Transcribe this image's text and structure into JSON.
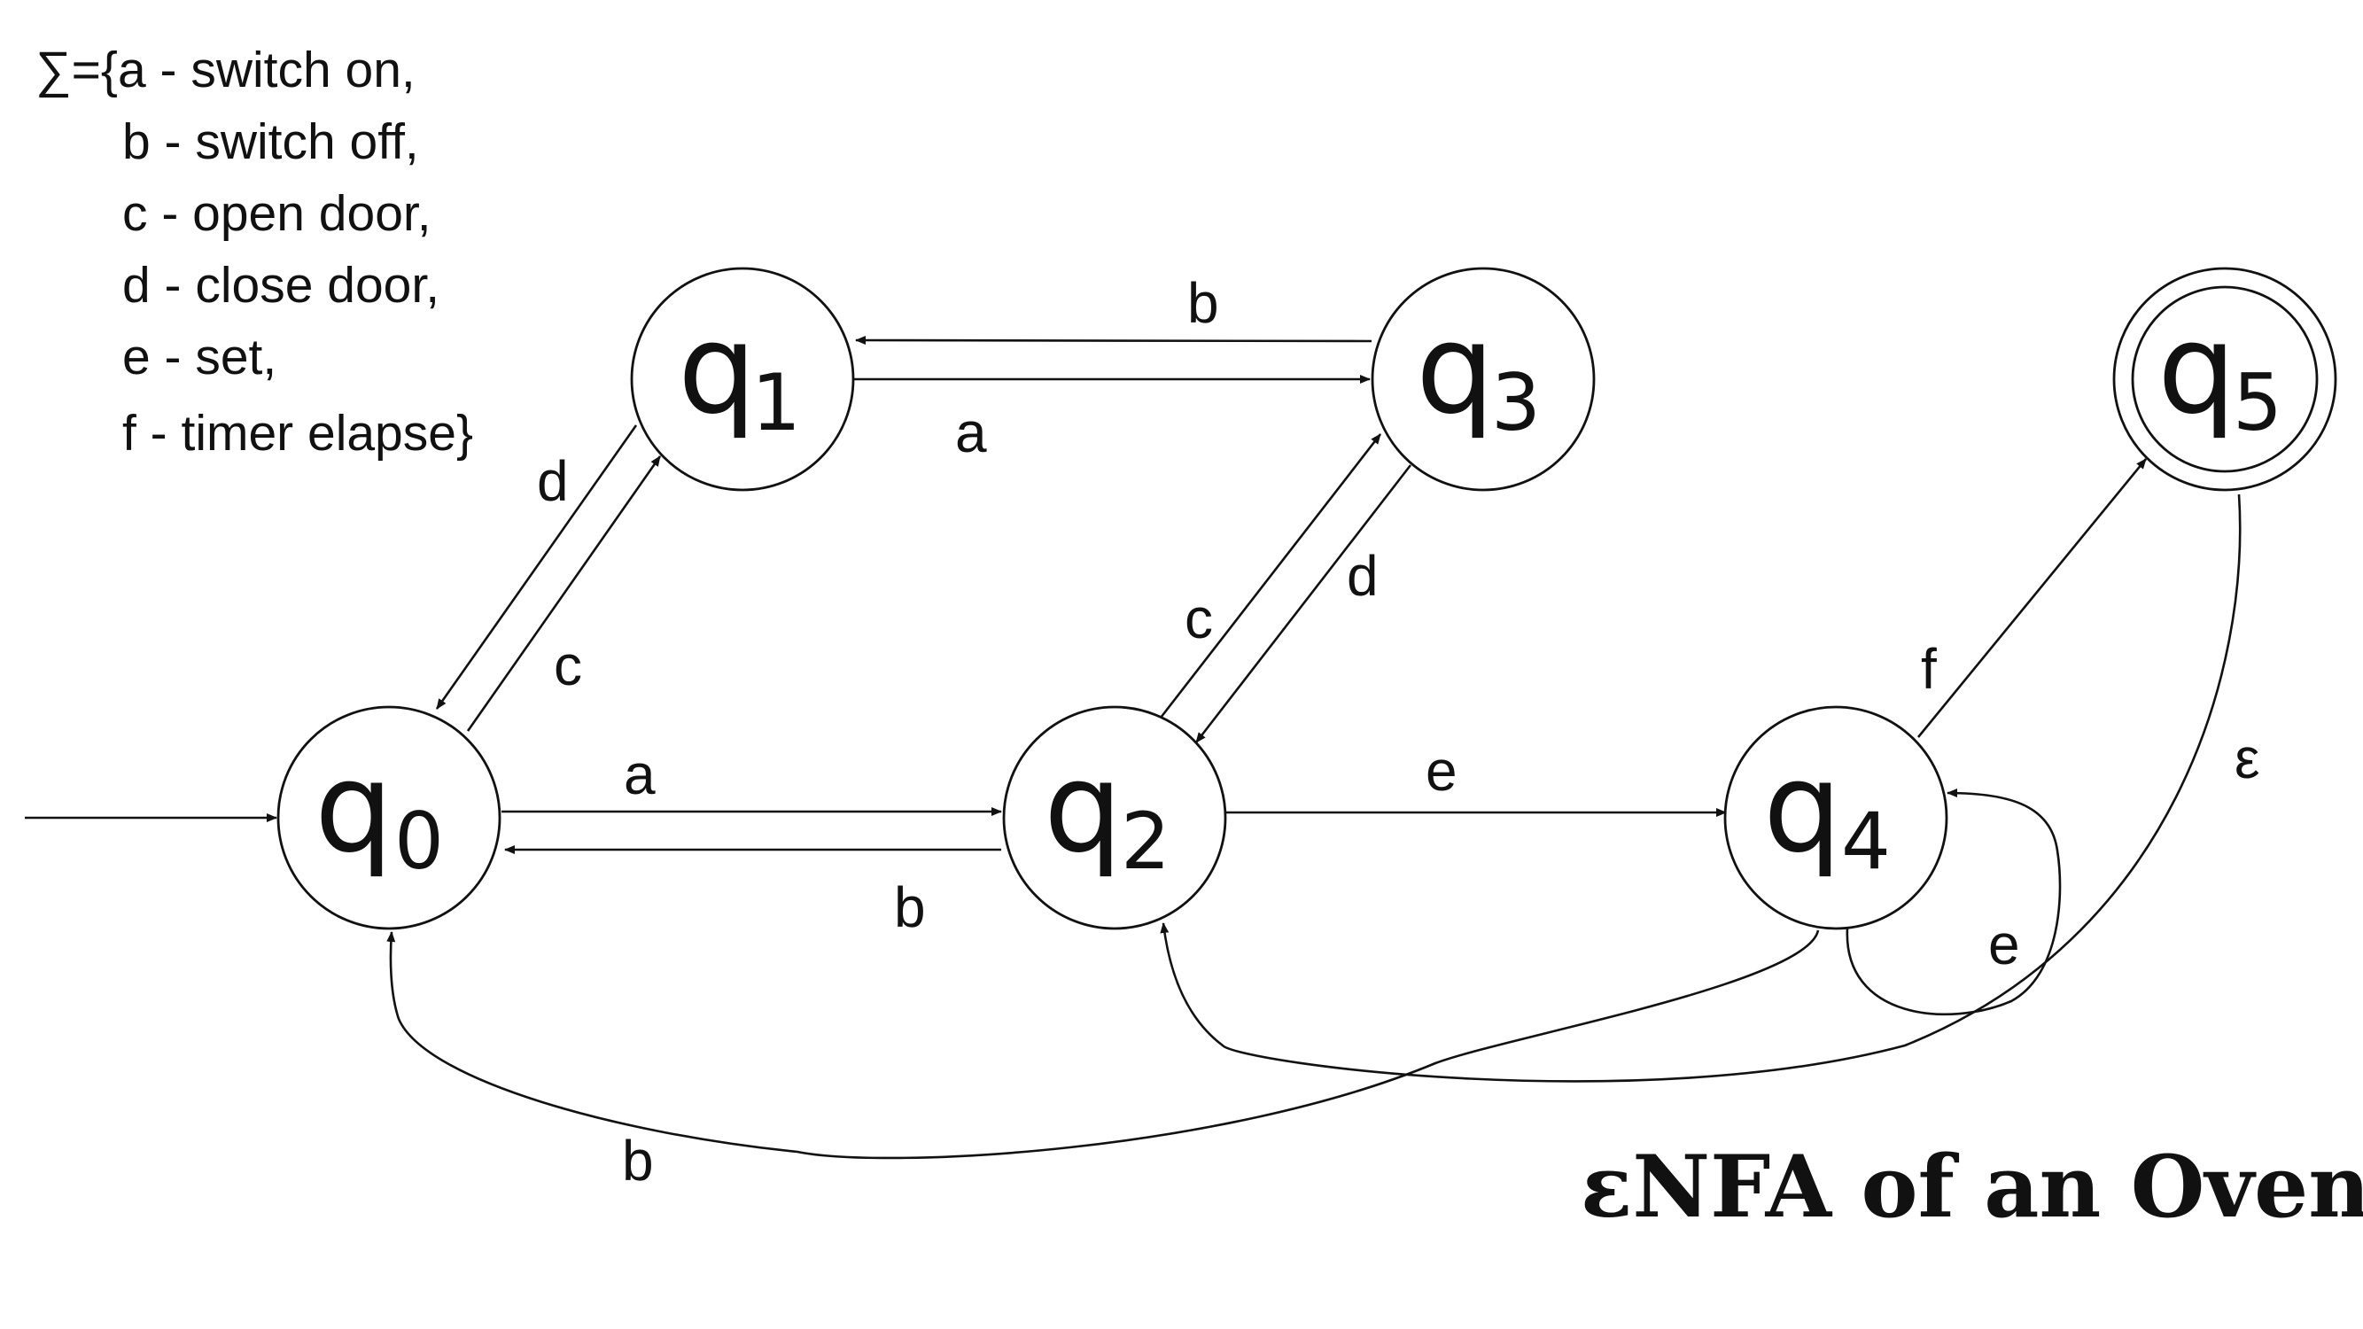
{
  "alphabet": [
    "∑={a - switch on,",
    "b - switch off,",
    "c  - open door,",
    "d - close door,",
    "e - set,",
    "f - timer elapse}"
  ],
  "states": [
    {
      "id": "q0",
      "main": "q",
      "sub": "0",
      "accepting": false,
      "initial": true
    },
    {
      "id": "q1",
      "main": "q",
      "sub": "1",
      "accepting": false,
      "initial": false
    },
    {
      "id": "q2",
      "main": "q",
      "sub": "2",
      "accepting": false,
      "initial": false
    },
    {
      "id": "q3",
      "main": "q",
      "sub": "3",
      "accepting": false,
      "initial": false
    },
    {
      "id": "q4",
      "main": "q",
      "sub": "4",
      "accepting": false,
      "initial": false
    },
    {
      "id": "q5",
      "main": "q",
      "sub": "5",
      "accepting": true,
      "initial": false
    }
  ],
  "transitions": [
    {
      "from": "q1",
      "to": "q3",
      "label": "a"
    },
    {
      "from": "q3",
      "to": "q1",
      "label": "b"
    },
    {
      "from": "q1",
      "to": "q0",
      "label": "d"
    },
    {
      "from": "q0",
      "to": "q1",
      "label": "c"
    },
    {
      "from": "q2",
      "to": "q3",
      "label": "c"
    },
    {
      "from": "q3",
      "to": "q2",
      "label": "d"
    },
    {
      "from": "q0",
      "to": "q2",
      "label": "a"
    },
    {
      "from": "q2",
      "to": "q0",
      "label": "b"
    },
    {
      "from": "q2",
      "to": "q4",
      "label": "e"
    },
    {
      "from": "q4",
      "to": "q5",
      "label": "f"
    },
    {
      "from": "q5",
      "to": "q2",
      "label": "ε"
    },
    {
      "from": "q4",
      "to": "q4",
      "label": "e"
    },
    {
      "from": "q4",
      "to": "q0",
      "label": "b"
    }
  ],
  "title": "εNFA of an Oven"
}
